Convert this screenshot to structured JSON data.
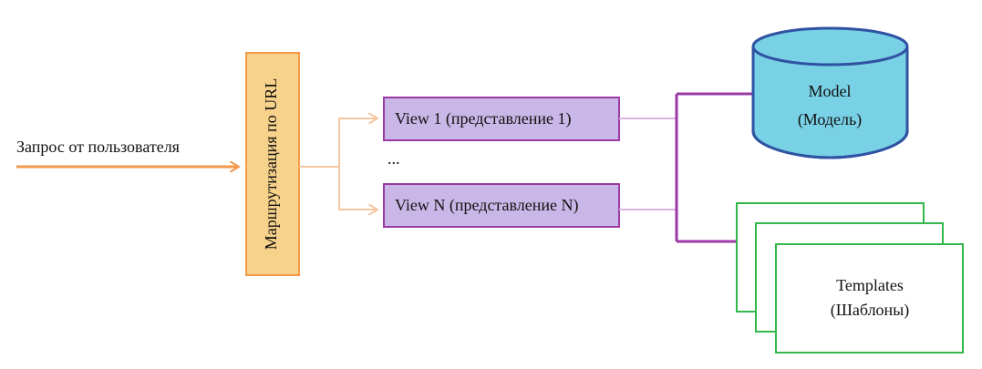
{
  "diagram": {
    "user_request": "Запрос от пользователя",
    "routing": "Маршрутизация по URL",
    "view1": "View 1 (представление 1)",
    "ellipsis": "...",
    "viewN": "View N (представление N)",
    "model_line1": "Model",
    "model_line2": "(Модель)",
    "templates_line1": "Templates",
    "templates_line2": "(Шаблоны)"
  },
  "colors": {
    "orange": "#f39a4b",
    "orange_light": "#f5c6a2",
    "routing_fill": "#f7d28a",
    "view_fill": "#c9b7e7",
    "view_border": "#9b3aa6",
    "purple_line": "#9b3aa6",
    "purple_light": "#d8b4de",
    "model_fill": "#79d1e6",
    "model_border": "#2f52a3",
    "templates_border": "#32b84a"
  }
}
